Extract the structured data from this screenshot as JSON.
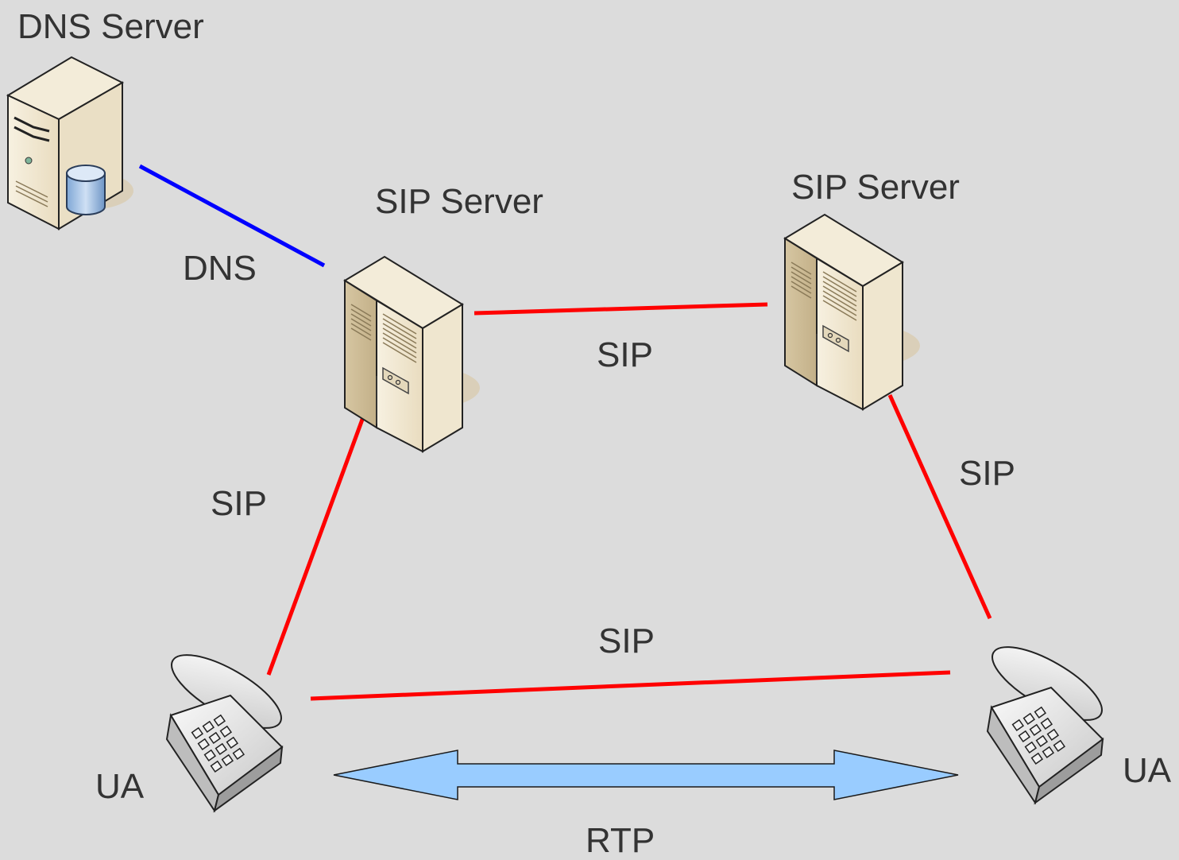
{
  "nodes": {
    "dns_server": {
      "label": "DNS Server",
      "icon": "database-server-icon"
    },
    "sip_server_left": {
      "label": "SIP Server",
      "icon": "server-tower-icon"
    },
    "sip_server_right": {
      "label": "SIP Server",
      "icon": "server-tower-icon"
    },
    "ua_left": {
      "label": "UA",
      "icon": "desk-phone-icon"
    },
    "ua_right": {
      "label": "UA",
      "icon": "desk-phone-icon"
    }
  },
  "links": {
    "dns": {
      "label": "DNS",
      "color": "#0000ff"
    },
    "sip_servers": {
      "label": "SIP",
      "color": "#ff0000"
    },
    "sip_left": {
      "label": "SIP",
      "color": "#ff0000"
    },
    "sip_right": {
      "label": "SIP",
      "color": "#ff0000"
    },
    "sip_ua": {
      "label": "SIP",
      "color": "#ff0000"
    },
    "rtp": {
      "label": "RTP",
      "color": "#99ccff"
    }
  }
}
